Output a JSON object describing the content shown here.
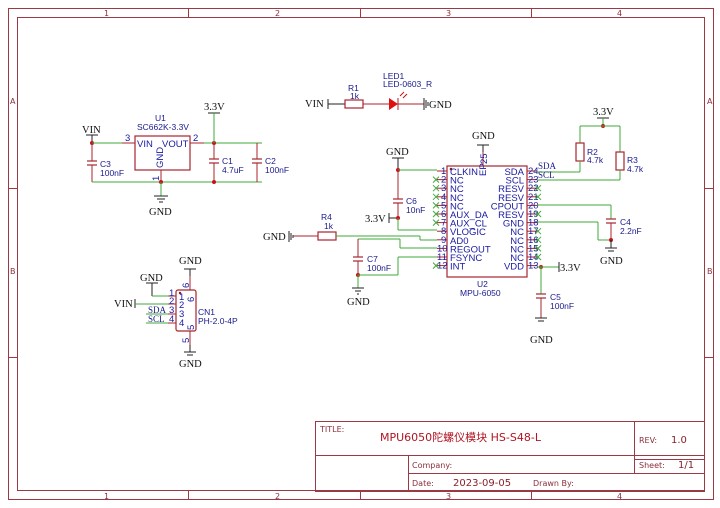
{
  "sheet": {
    "columns": [
      "1",
      "2",
      "3",
      "4"
    ],
    "rows": [
      "A",
      "B"
    ]
  },
  "title_block": {
    "title_label": "TITLE:",
    "title": "MPU6050陀螺仪模块 HS-S48-L",
    "rev_label": "REV:",
    "rev": "1.0",
    "company_label": "Company:",
    "company": "",
    "sheet_label": "Sheet:",
    "sheet": "1/1",
    "date_label": "Date:",
    "date": "2023-09-05",
    "drawn_by_label": "Drawn By:",
    "drawn_by": ""
  },
  "nets": {
    "vin": "VIN",
    "gnd": "GND",
    "v33": "3.3V",
    "sda": "SDA",
    "scl": "SCL"
  },
  "components": {
    "u1": {
      "ref": "U1",
      "value": "SC662K-3.3V",
      "pins": {
        "vin": "VIN",
        "vout": "VOUT",
        "gnd": "GND",
        "n1": "1",
        "n2": "2",
        "n3": "3"
      }
    },
    "c1": {
      "ref": "C1",
      "value": "4.7uF"
    },
    "c2": {
      "ref": "C2",
      "value": "100nF"
    },
    "c3": {
      "ref": "C3",
      "value": "100nF"
    },
    "c4": {
      "ref": "C4",
      "value": "2.2nF"
    },
    "c5": {
      "ref": "C5",
      "value": "100nF"
    },
    "c6": {
      "ref": "C6",
      "value": "10nF"
    },
    "c7": {
      "ref": "C7",
      "value": "100nF"
    },
    "r1": {
      "ref": "R1",
      "value": "1k"
    },
    "r2": {
      "ref": "R2",
      "value": "4.7k"
    },
    "r3": {
      "ref": "R3",
      "value": "4.7k"
    },
    "r4": {
      "ref": "R4",
      "value": "1k"
    },
    "led1": {
      "ref": "LED1",
      "value": "LED-0603_R"
    },
    "cn1": {
      "ref": "CN1",
      "value": "PH-2.0-4P",
      "pins": [
        "1",
        "2",
        "3",
        "4",
        "5",
        "6"
      ]
    },
    "u2": {
      "ref": "U2",
      "value": "MPU-6050",
      "ep": "EP",
      "ep_num": "25",
      "left_pins": [
        {
          "num": "1",
          "name": "CLKIN"
        },
        {
          "num": "2",
          "name": "NC"
        },
        {
          "num": "3",
          "name": "NC"
        },
        {
          "num": "4",
          "name": "NC"
        },
        {
          "num": "5",
          "name": "NC"
        },
        {
          "num": "6",
          "name": "AUX_DA"
        },
        {
          "num": "7",
          "name": "AUX_CL"
        },
        {
          "num": "8",
          "name": "VLOGIC"
        },
        {
          "num": "9",
          "name": "AD0"
        },
        {
          "num": "10",
          "name": "REGOUT"
        },
        {
          "num": "11",
          "name": "FSYNC"
        },
        {
          "num": "12",
          "name": "INT"
        }
      ],
      "right_pins": [
        {
          "num": "24",
          "name": "SDA"
        },
        {
          "num": "23",
          "name": "SCL"
        },
        {
          "num": "22",
          "name": "RESV"
        },
        {
          "num": "21",
          "name": "RESV"
        },
        {
          "num": "20",
          "name": "CPOUT"
        },
        {
          "num": "19",
          "name": "RESV"
        },
        {
          "num": "18",
          "name": "GND"
        },
        {
          "num": "17",
          "name": "NC"
        },
        {
          "num": "16",
          "name": "NC"
        },
        {
          "num": "15",
          "name": "NC"
        },
        {
          "num": "14",
          "name": "NC"
        },
        {
          "num": "13",
          "name": "VDD"
        }
      ]
    }
  }
}
